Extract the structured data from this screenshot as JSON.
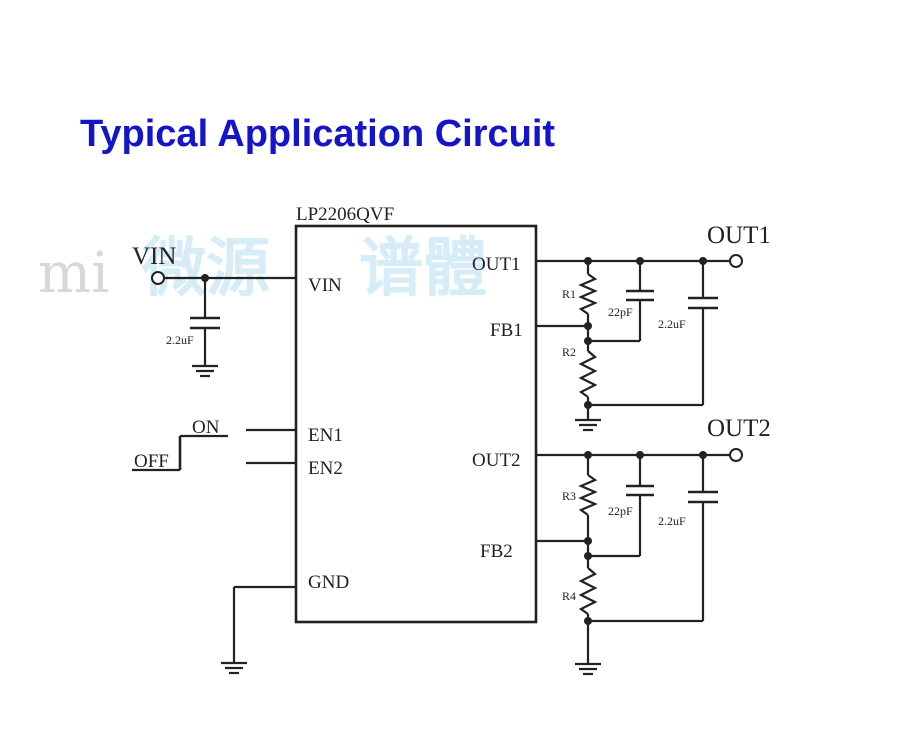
{
  "title": "Typical Application Circuit",
  "watermark": {
    "left_glyphs": "mi",
    "center_glyphs": "微源    谱體"
  },
  "chip": {
    "part_number": "LP2206QVF",
    "pins": {
      "vin": "VIN",
      "en1": "EN1",
      "en2": "EN2",
      "gnd": "GND",
      "out1": "OUT1",
      "fb1": "FB1",
      "out2": "OUT2",
      "fb2": "FB2"
    }
  },
  "input": {
    "label": "VIN",
    "capacitor": "2.2uF"
  },
  "enable": {
    "on_label": "ON",
    "off_label": "OFF"
  },
  "output1": {
    "label": "OUT1",
    "resistor_top": "R1",
    "resistor_bottom": "R2",
    "feedforward_cap": "22pF",
    "output_cap": "2.2uF"
  },
  "output2": {
    "label": "OUT2",
    "resistor_top": "R3",
    "resistor_bottom": "R4",
    "feedforward_cap": "22pF",
    "output_cap": "2.2uF"
  },
  "colors": {
    "title": "#1414c8",
    "wire": "#222222",
    "watermark": "#d6ecf7"
  }
}
